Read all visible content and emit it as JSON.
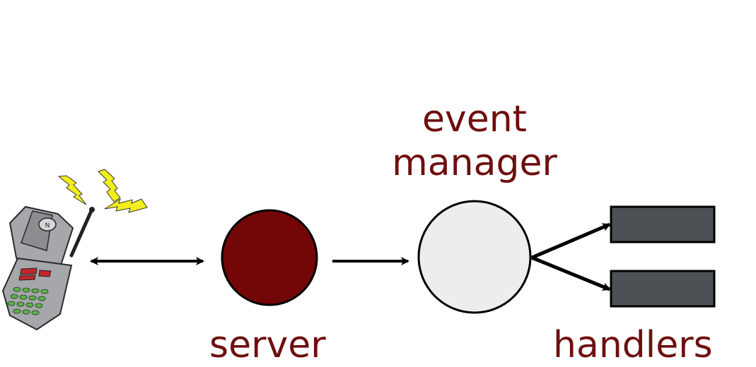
{
  "labels": {
    "event_manager_line1": "event",
    "event_manager_line2": "manager",
    "server": "server",
    "handlers": "handlers"
  },
  "colors": {
    "label_text": "#6e0f0f",
    "server_fill": "#730606",
    "event_manager_fill": "#ededed",
    "handler_fill": "#4d5054",
    "outline": "#000000"
  },
  "icons": {
    "client": "flip-phone-ringing-icon"
  }
}
